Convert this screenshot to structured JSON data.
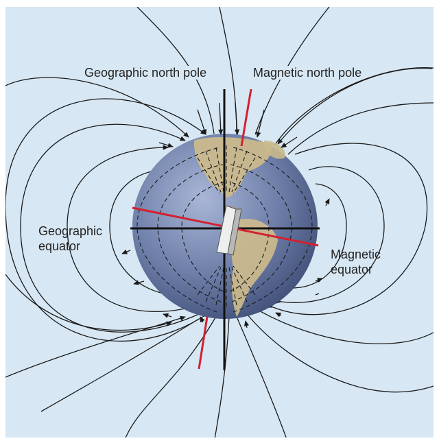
{
  "labels": {
    "geographic_north_pole": "Geographic north pole",
    "magnetic_north_pole": "Magnetic north pole",
    "geographic_equator": [
      "Geographic",
      "equator"
    ],
    "magnetic_equator": [
      "Magnetic",
      "equator"
    ]
  },
  "colors": {
    "background": "#d7e7f3",
    "field_lines": "#1a1a1a",
    "geographic_axis": "#111111",
    "magnetic_axis": "#d42030",
    "globe_ocean": "#6d7ea8",
    "land": "#cdbb8c"
  }
}
